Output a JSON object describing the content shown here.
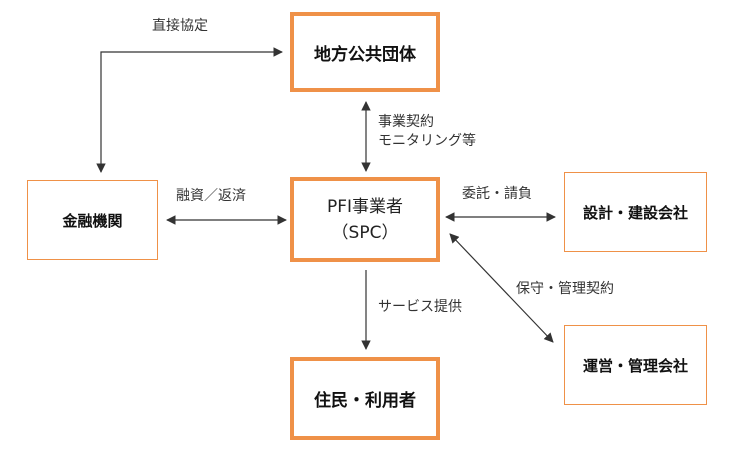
{
  "colors": {
    "box_border": "#ef9148",
    "arrow": "#333333"
  },
  "nodes": {
    "local_gov": "地方公共団体",
    "financial": "金融機関",
    "pfi_line1": "PFI事業者",
    "pfi_line2": "（SPC）",
    "design_build": "設計・建設会社",
    "operation": "運営・管理会社",
    "residents": "住民・利用者"
  },
  "edges": {
    "direct_agreement": "直接協定",
    "business_contract_line1": "事業契約",
    "business_contract_line2": "モニタリング等",
    "financing": "融資／返済",
    "consignment": "委託・請負",
    "maintenance": "保守・管理契約",
    "service": "サービス提供"
  }
}
